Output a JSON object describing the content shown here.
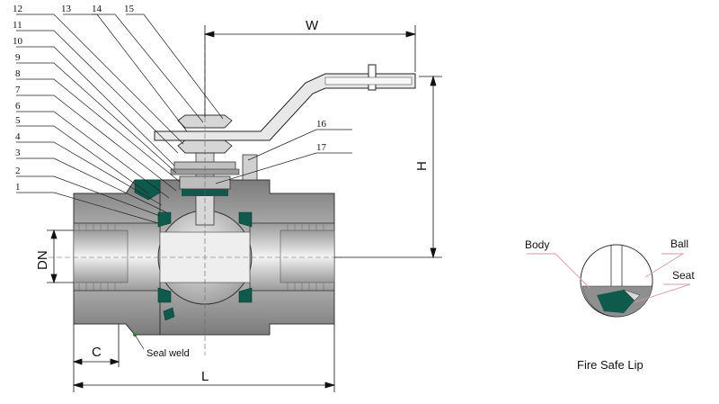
{
  "callouts": [
    "1",
    "2",
    "3",
    "4",
    "5",
    "6",
    "7",
    "8",
    "9",
    "10",
    "11",
    "12",
    "13",
    "14",
    "15",
    "16",
    "17"
  ],
  "dimensions": {
    "w": "W",
    "h": "H",
    "dn": "DN",
    "c": "C",
    "l": "L"
  },
  "seal_weld_label": "Seal weld",
  "detail": {
    "body_label": "Body",
    "ball_label": "Ball",
    "seat_label": "Seat",
    "caption": "Fire Safe Lip"
  },
  "colors": {
    "metal_dark": "#8a8a8a",
    "metal_light": "#d4d4d4",
    "seat_green": "#0f5a4a",
    "leader_pink": "#d59ab2",
    "dim_line": "#111111"
  }
}
